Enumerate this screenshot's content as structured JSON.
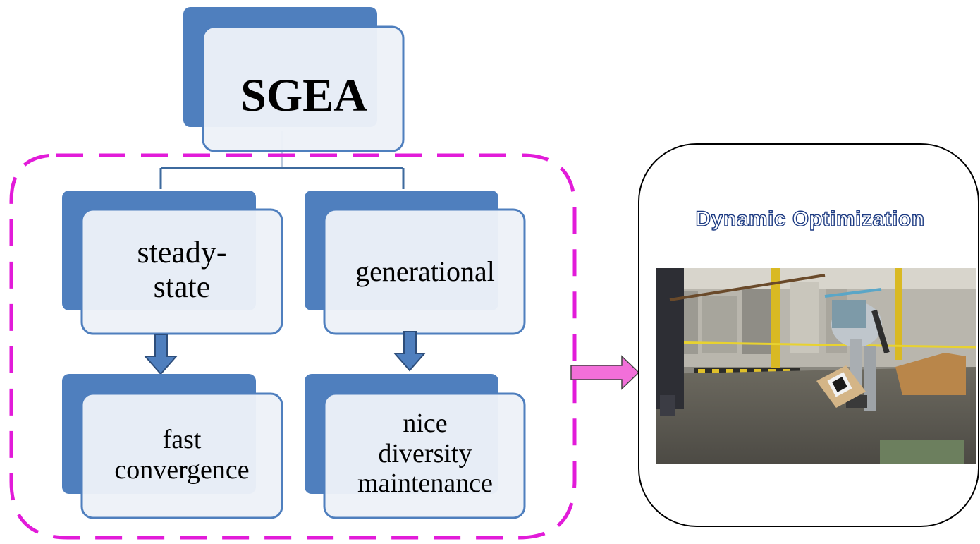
{
  "diagram": {
    "root": {
      "label": "SGEA"
    },
    "branches": [
      {
        "label": "steady-state",
        "line1": "steady-",
        "line2": "state",
        "outcome": {
          "line1": "fast",
          "line2": "convergence"
        }
      },
      {
        "label": "generational",
        "outcome": {
          "line1": "nice",
          "line2": "diversity",
          "line3": "maintenance"
        }
      }
    ],
    "application": {
      "title": "Dynamic Optimization",
      "image": "robot-lifting-box-photo"
    }
  },
  "colors": {
    "box_dark": "#4f7fbe",
    "box_light": "#edf1f8",
    "box_border": "#4f7fbe",
    "connector": "#3d6a9e",
    "dashed_group": "#e21bd9",
    "pink_arrow": "#f26fd9",
    "title_outline": "#1c3a82"
  }
}
